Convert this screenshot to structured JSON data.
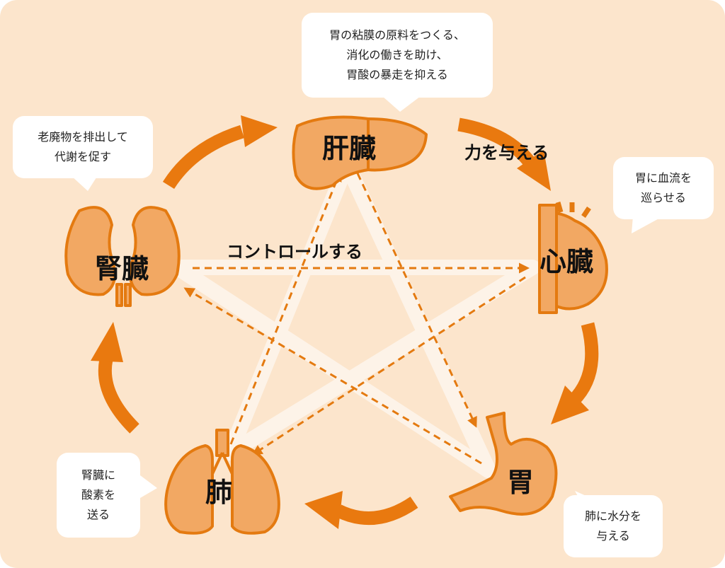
{
  "organs": {
    "liver": "肝臓",
    "heart": "心臓",
    "stomach": "胃",
    "lung": "肺",
    "kidney": "腎臓"
  },
  "relations": {
    "generate": "力を与える",
    "control": "コントロールする"
  },
  "bubbles": {
    "liver": [
      "胃の粘膜の原料をつくる、",
      "消化の働きを助け、",
      "胃酸の暴走を抑える"
    ],
    "heart": [
      "胃に血流を",
      "巡らせる"
    ],
    "stomach": [
      "肺に水分を",
      "与える"
    ],
    "lung": [
      "腎臓に",
      "酸素を",
      "送る"
    ],
    "kidney": [
      "老廃物を排出して",
      "代謝を促す"
    ]
  },
  "colors": {
    "background": "#fce5cc",
    "organ_fill": "#f2a863",
    "organ_stroke": "#e47a10",
    "arrow": "#e9790f",
    "star_band": "#fdf3e8",
    "dashed": "#e47a10"
  }
}
